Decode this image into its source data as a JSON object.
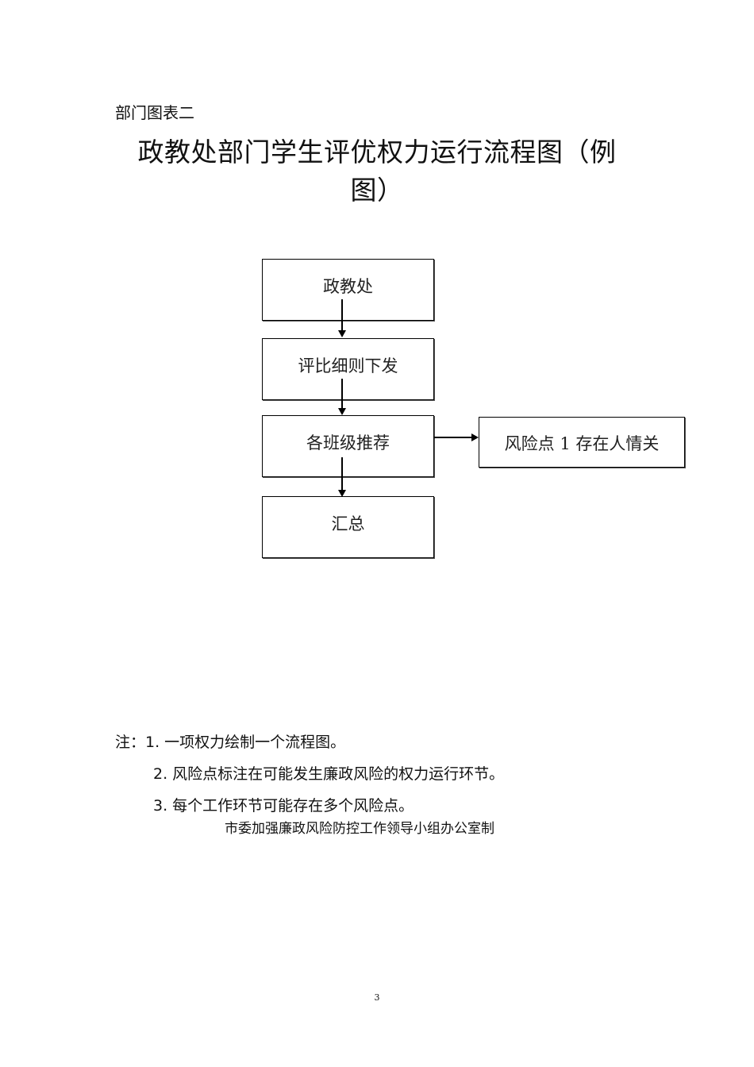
{
  "document": {
    "label": "部门图表二",
    "title": "政教处部门学生评优权力运行流程图（例图）",
    "page_number": "3"
  },
  "flowchart": {
    "steps": [
      {
        "label": "政教处"
      },
      {
        "label": "评比细则下发"
      },
      {
        "label": "各班级推荐"
      },
      {
        "label": "汇总"
      }
    ],
    "risk_points": [
      {
        "label": "风险点 1 存在人情关",
        "attached_to_step": "各班级推荐"
      }
    ]
  },
  "notes": {
    "prefix": "注：",
    "items": [
      "1. 一项权力绘制一个流程图。",
      "2. 风险点标注在可能发生廉政风险的权力运行环节。",
      "3. 每个工作环节可能存在多个风险点。"
    ],
    "issuer": "市委加强廉政风险防控工作领导小组办公室制"
  }
}
